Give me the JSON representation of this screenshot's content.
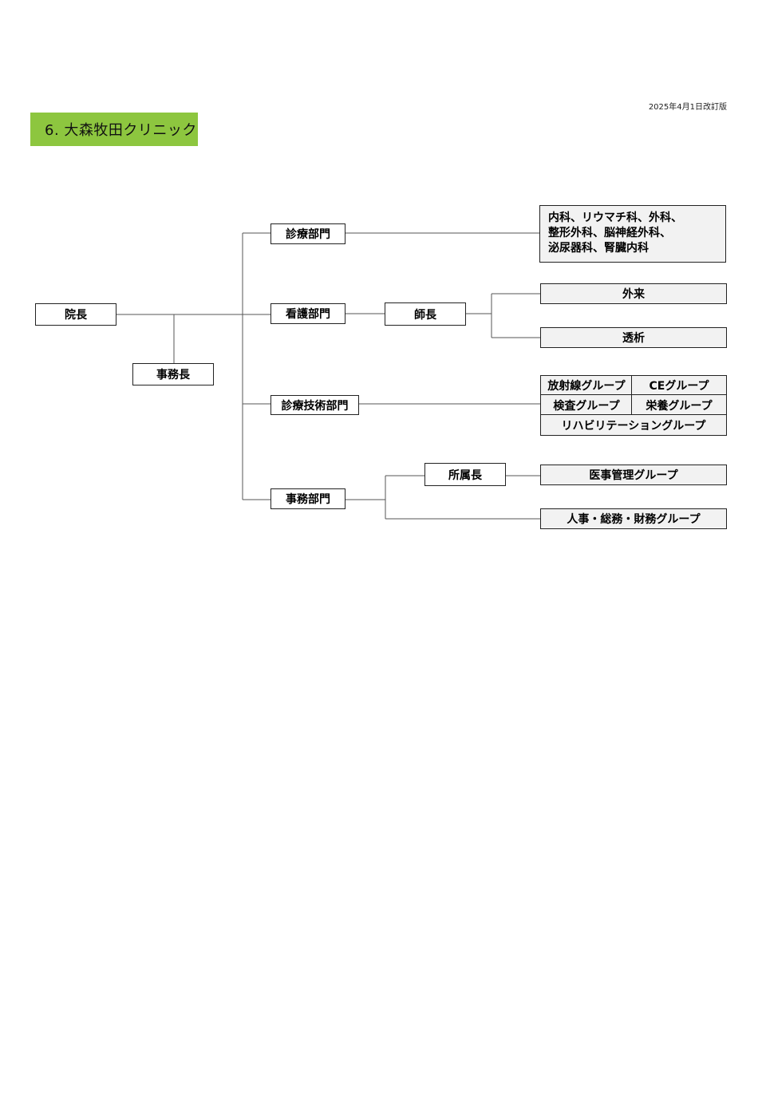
{
  "header": {
    "revised": "2025年4月1日改訂版",
    "title": "6.  大森牧田クリニック"
  },
  "org": {
    "director": "院長",
    "admin_manager": "事務長",
    "dept_medical": "診療部門",
    "dept_nursing": "看護部門",
    "dept_technical": "診療技術部門",
    "dept_admin": "事務部門",
    "head_nurse": "師長",
    "affiliate_head": "所属長",
    "medical_units": [
      "内科、リウマチ科、外科、",
      "整形外科、脳神経外科、",
      "泌尿器科、腎臓内科"
    ],
    "nursing_units": [
      "外来",
      "透析"
    ],
    "technical_groups": [
      "放射線グループ",
      "CEグループ",
      "検査グループ",
      "栄養グループ",
      "リハビリテーショングループ"
    ],
    "admin_groups": [
      "医事管理グループ",
      "人事・総務・財務グループ"
    ]
  }
}
